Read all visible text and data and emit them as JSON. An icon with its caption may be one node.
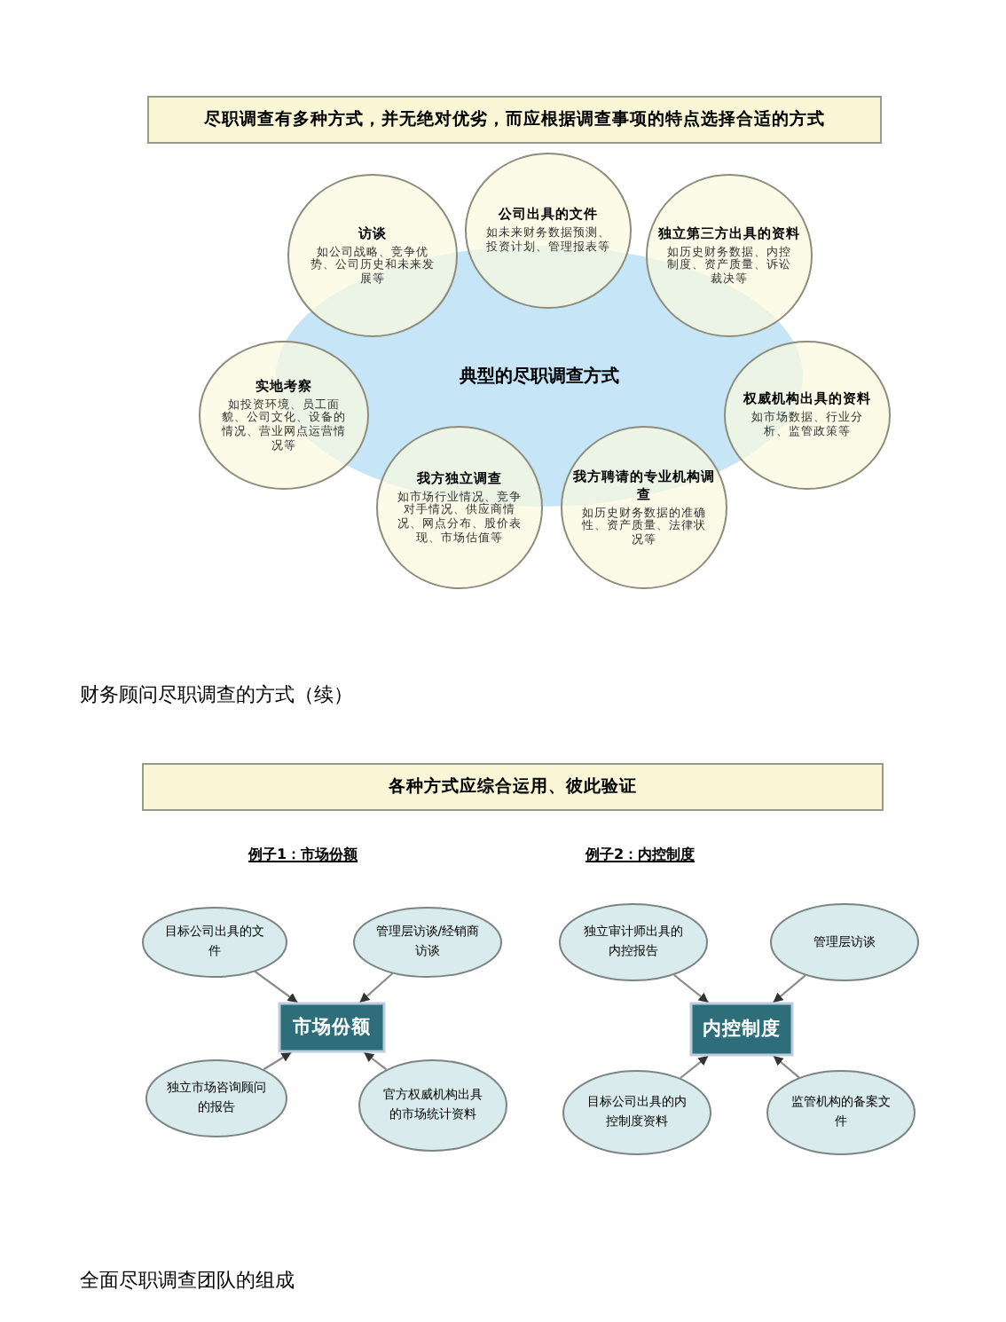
{
  "diagram": {
    "nodes": [
      {
        "text": [
          "尽职调查有多种方式，并无绝对优劣，而应根据调查事项的特点选择合适的方式"
        ]
      },
      {
        "text": [
          "访谈",
          "如公司战略、竞争优势、公司历史和未来发展等"
        ]
      },
      {
        "text": [
          "公司出具的文件",
          "如未来财务数据预测、投资计划、管理报表等"
        ]
      },
      {
        "text": [
          "独立第三方出具的资料",
          "如历史财务数据、内控制度、资产质量、诉讼裁决等"
        ]
      },
      {
        "text": [
          "实地考察",
          "如投资环境、员工面貌、公司文化、设备的情况、营业网点运营情况等"
        ]
      },
      {
        "text": [
          "典型的尽职调查方式"
        ]
      },
      {
        "text": [
          "权威机构出具的资料",
          "如市场数据、行业分析、监管政策等"
        ]
      },
      {
        "text": [
          "我方独立调查",
          "如市场行业情况、竞争对手情况、供应商情况、网点分布、股价表现、市场估值等"
        ]
      },
      {
        "text": [
          "我方聘请的专业机构调查",
          "如历史财务数据的准确性、资产质量、法律状况等"
        ]
      },
      {
        "text": [
          "各种方式应综合运用、彼此验证"
        ]
      },
      {
        "text": [
          "目标公司出具的文件"
        ]
      },
      {
        "text": [
          "管理层访谈/经销商访谈"
        ]
      },
      {
        "text": [
          "市场份额"
        ]
      },
      {
        "text": [
          "独立市场咨询顾问的报告"
        ]
      },
      {
        "text": [
          "官方权威机构出具的市场统计资料"
        ]
      },
      {
        "text": [
          "独立审计师出具的内控报告"
        ]
      },
      {
        "text": [
          "管理层访谈"
        ]
      },
      {
        "text": [
          "内控制度"
        ]
      },
      {
        "text": [
          "目标公司出具的内控制度资料"
        ]
      },
      {
        "text": [
          "监管机构的备案文件"
        ]
      }
    ],
    "edges": [
      {
        "from": 10,
        "to": 12,
        "arrow": "to"
      },
      {
        "from": 11,
        "to": 12,
        "arrow": "to"
      },
      {
        "from": 13,
        "to": 12,
        "arrow": "to"
      },
      {
        "from": 14,
        "to": 12,
        "arrow": "to"
      },
      {
        "from": 15,
        "to": 17,
        "arrow": "to"
      },
      {
        "from": 16,
        "to": 17,
        "arrow": "to"
      },
      {
        "from": 18,
        "to": 17,
        "arrow": "to"
      },
      {
        "from": 19,
        "to": 17,
        "arrow": "to"
      }
    ],
    "labels": [
      "财务顾问尽职调查的方式（续）",
      "例子1：市场份额",
      "例子2：内控制度",
      "全面尽职调查团队的组成"
    ]
  }
}
